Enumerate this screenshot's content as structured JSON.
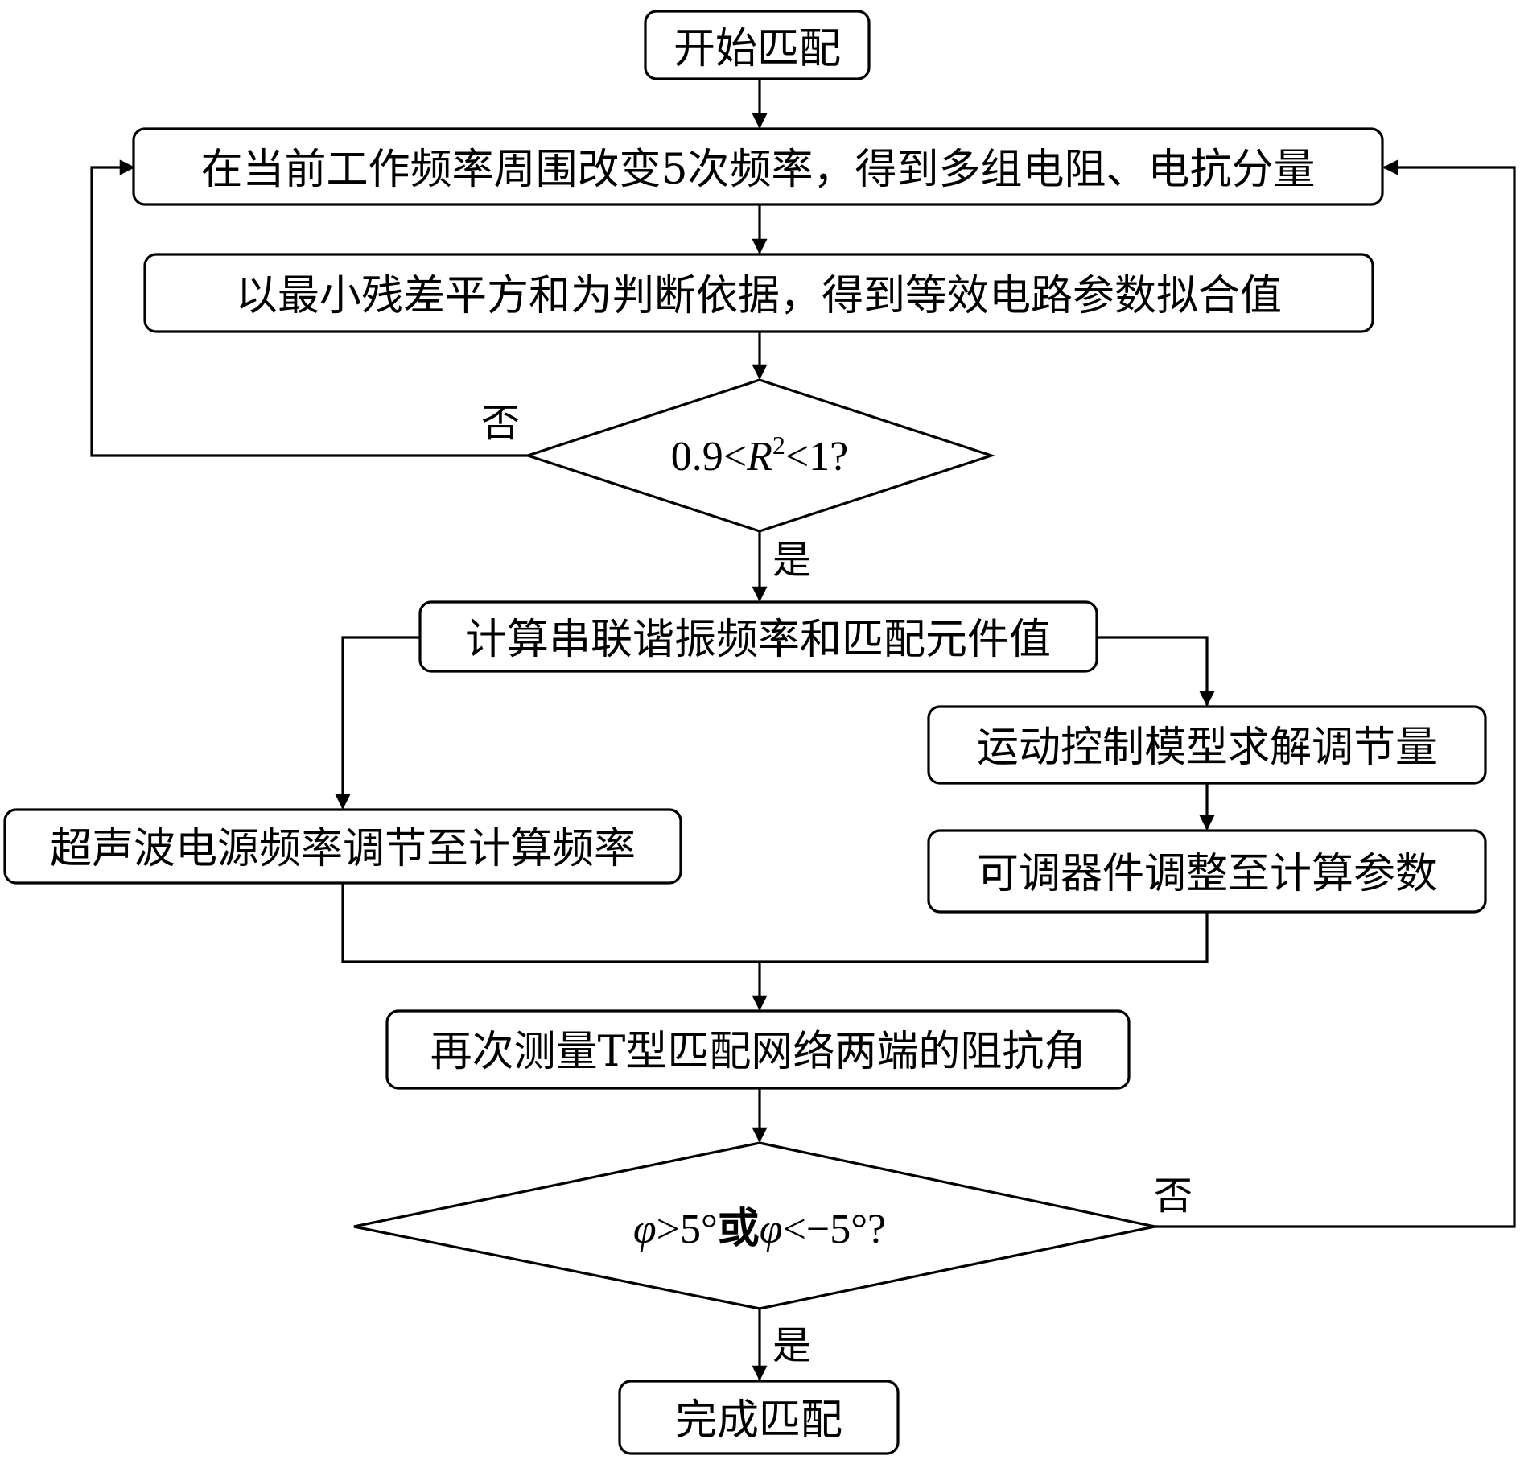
{
  "nodes": {
    "start": "开始匹配",
    "vary_freq": "在当前工作频率周围改变5次频率，得到多组电阻、电抗分量",
    "fit": "以最小残差平方和为判断依据，得到等效电路参数拟合值",
    "decision1": {
      "pre": "0.9<",
      "var": "R",
      "sup": "2",
      "post": "<1?"
    },
    "calc": "计算串联谐振频率和匹配元件值",
    "motion": "运动控制模型求解调节量",
    "ultrasonic": "超声波电源频率调节至计算频率",
    "adjust": "可调器件调整至计算参数",
    "remeasure": "再次测量T型匹配网络两端的阻抗角",
    "decision2": {
      "phi1": "φ",
      "part1": ">5°",
      "or": "或",
      "phi2": "φ",
      "part2": "<−5°?"
    },
    "done": "完成匹配"
  },
  "labels": {
    "no1": "否",
    "yes1": "是",
    "no2": "否",
    "yes2": "是"
  },
  "colors": {
    "line": "#000000",
    "fill": "#ffffff"
  }
}
